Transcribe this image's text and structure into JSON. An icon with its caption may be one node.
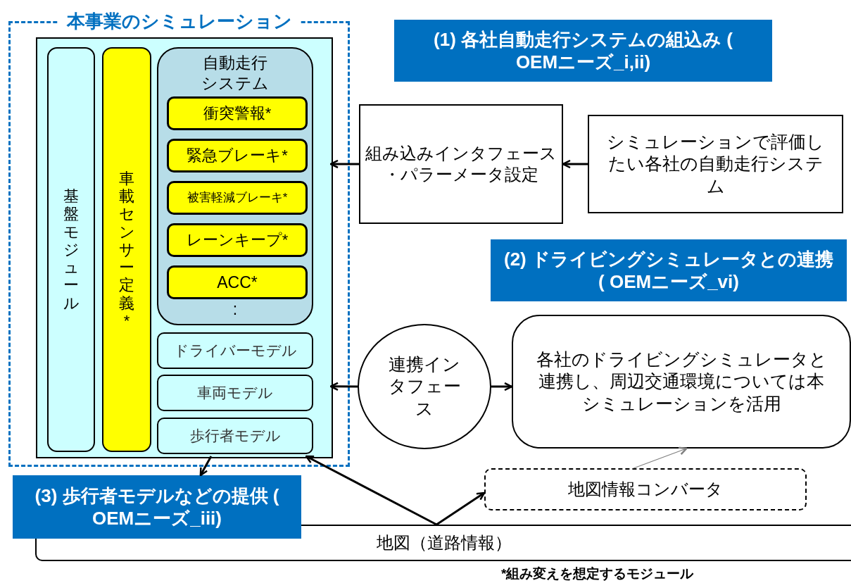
{
  "diagram": {
    "nodes": [
      {
        "text": [
          "本事業のシミュレーション"
        ]
      },
      {
        "text": [],
        "shape": "box",
        "in": 0
      },
      {
        "text": [
          "基盤モジュール"
        ],
        "in": 1
      },
      {
        "text": [
          "車載センサー定義*"
        ],
        "in": 1
      },
      {
        "text": [
          "自動走行システム",
          ":"
        ],
        "in": 1
      },
      {
        "text": [
          "衝突警報*"
        ],
        "in": 4
      },
      {
        "text": [
          "緊急ブレーキ*"
        ],
        "in": 4
      },
      {
        "text": [
          "被害軽減ブレーキ*"
        ],
        "in": 4
      },
      {
        "text": [
          "レーンキープ*"
        ],
        "in": 4
      },
      {
        "text": [
          "ACC*"
        ],
        "in": 4
      },
      {
        "text": [
          "ドライバーモデル"
        ],
        "in": 1
      },
      {
        "text": [
          "車両モデル"
        ],
        "in": 1
      },
      {
        "text": [
          "歩行者モデル"
        ],
        "in": 1
      },
      {
        "text": [
          "(1) 各社自動走行システムの組込み ( OEMニーズ_i,ii)"
        ]
      },
      {
        "text": [
          "組み込みインタフェース",
          "・パラーメータ設定"
        ]
      },
      {
        "text": [
          "シミュレーションで評価したい各社の自動走行システム"
        ]
      },
      {
        "text": [
          "(2) ドライビングシミュレータとの連携 ( OEMニーズ_vi)"
        ]
      },
      {
        "text": [
          "連携インタフェース"
        ]
      },
      {
        "text": [
          "各社のドライビングシミュレータと連携し、周辺交通環境については本シミュレーションを活用"
        ]
      },
      {
        "text": [
          "(3) 歩行者モデルなどの提供 ( OEMニーズ_iii)"
        ]
      },
      {
        "text": [
          "地図情報コンバータ"
        ]
      },
      {
        "text": [
          "地図（道路情報）"
        ]
      }
    ],
    "edges": [
      {
        "from": 15,
        "to": 14,
        "arrow": "to"
      },
      {
        "from": 14,
        "to": 1,
        "arrow": "to"
      },
      {
        "from": 17,
        "to": 1,
        "arrow": "to"
      },
      {
        "from": 17,
        "to": 18,
        "arrow": "to"
      },
      {
        "from": 1,
        "to": 19,
        "arrow": "to"
      },
      {
        "from": 21,
        "to": 1,
        "arrow": "to"
      },
      {
        "from": 21,
        "to": 20,
        "arrow": "to"
      },
      {
        "from": 20,
        "to": 18,
        "arrow": "to",
        "color": "#808080"
      }
    ],
    "labels": [
      "*組み変えを想定するモジュール"
    ]
  }
}
